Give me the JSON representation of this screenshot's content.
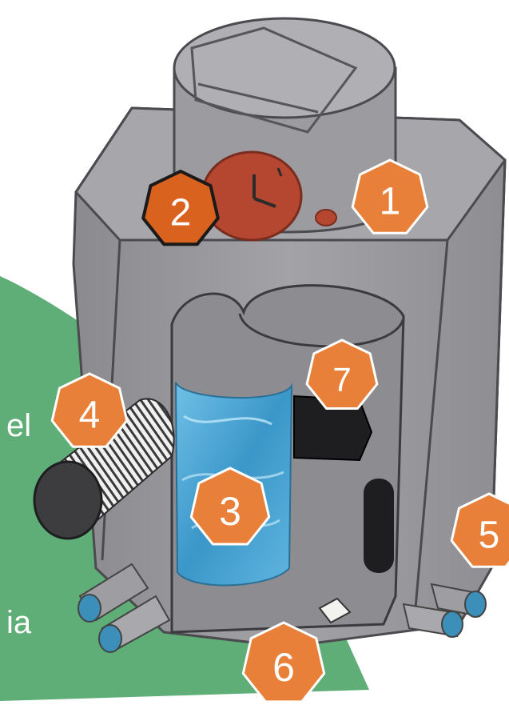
{
  "side_text": [
    "el",
    "ia"
  ],
  "badges": [
    {
      "label": "1",
      "part": "indicator-light",
      "color": "#e8803a"
    },
    {
      "label": "2",
      "part": "clock-timer",
      "color": "#d9621f"
    },
    {
      "label": "3",
      "part": "water-tank",
      "color": "#e8803a"
    },
    {
      "label": "4",
      "part": "inlet-filter",
      "color": "#e8803a"
    },
    {
      "label": "5",
      "part": "outlet-pipes",
      "color": "#e8803a"
    },
    {
      "label": "6",
      "part": "drain-sensor",
      "color": "#e8803a"
    },
    {
      "label": "7",
      "part": "pump-motor",
      "color": "#e8803a"
    }
  ],
  "colors": {
    "background_shape": "#5fae78",
    "body_gray": "#9a9a9e",
    "clock_red": "#b5462f",
    "water_blue": "#4fa9d6",
    "badge_orange": "#e8803a"
  }
}
